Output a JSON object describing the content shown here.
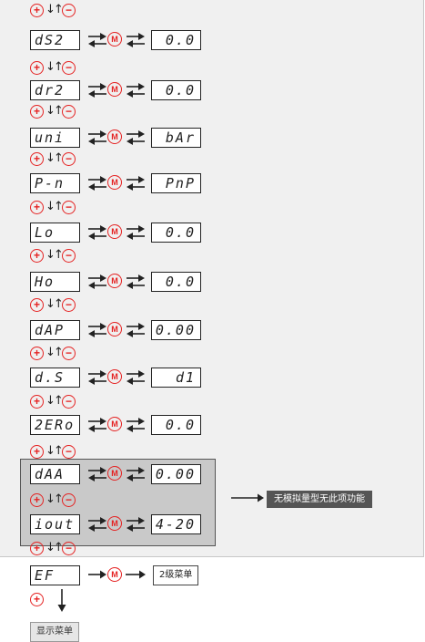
{
  "accent_color": "#e52222",
  "mode_button_label": "M",
  "rows": [
    {
      "code": "dS2",
      "value": "0.0"
    },
    {
      "code": "dr2",
      "value": "0.0"
    },
    {
      "code": "uni",
      "value": "bAr"
    },
    {
      "code": "P-n",
      "value": "PnP"
    },
    {
      "code": "Lo",
      "value": "0.0"
    },
    {
      "code": "Ho",
      "value": "0.0"
    },
    {
      "code": "dAP",
      "value": "0.00"
    },
    {
      "code": "d.S",
      "value": "d1"
    },
    {
      "code": "2ERo",
      "value": "0.0"
    },
    {
      "code": "dAA",
      "value": "0.00"
    },
    {
      "code": "iout",
      "value": "4-20"
    }
  ],
  "ef_row": {
    "code": "EF",
    "submenu_label": "2级菜单"
  },
  "analog_note": "无模拟量型无此项功能",
  "display_menu_label": "显示菜单"
}
